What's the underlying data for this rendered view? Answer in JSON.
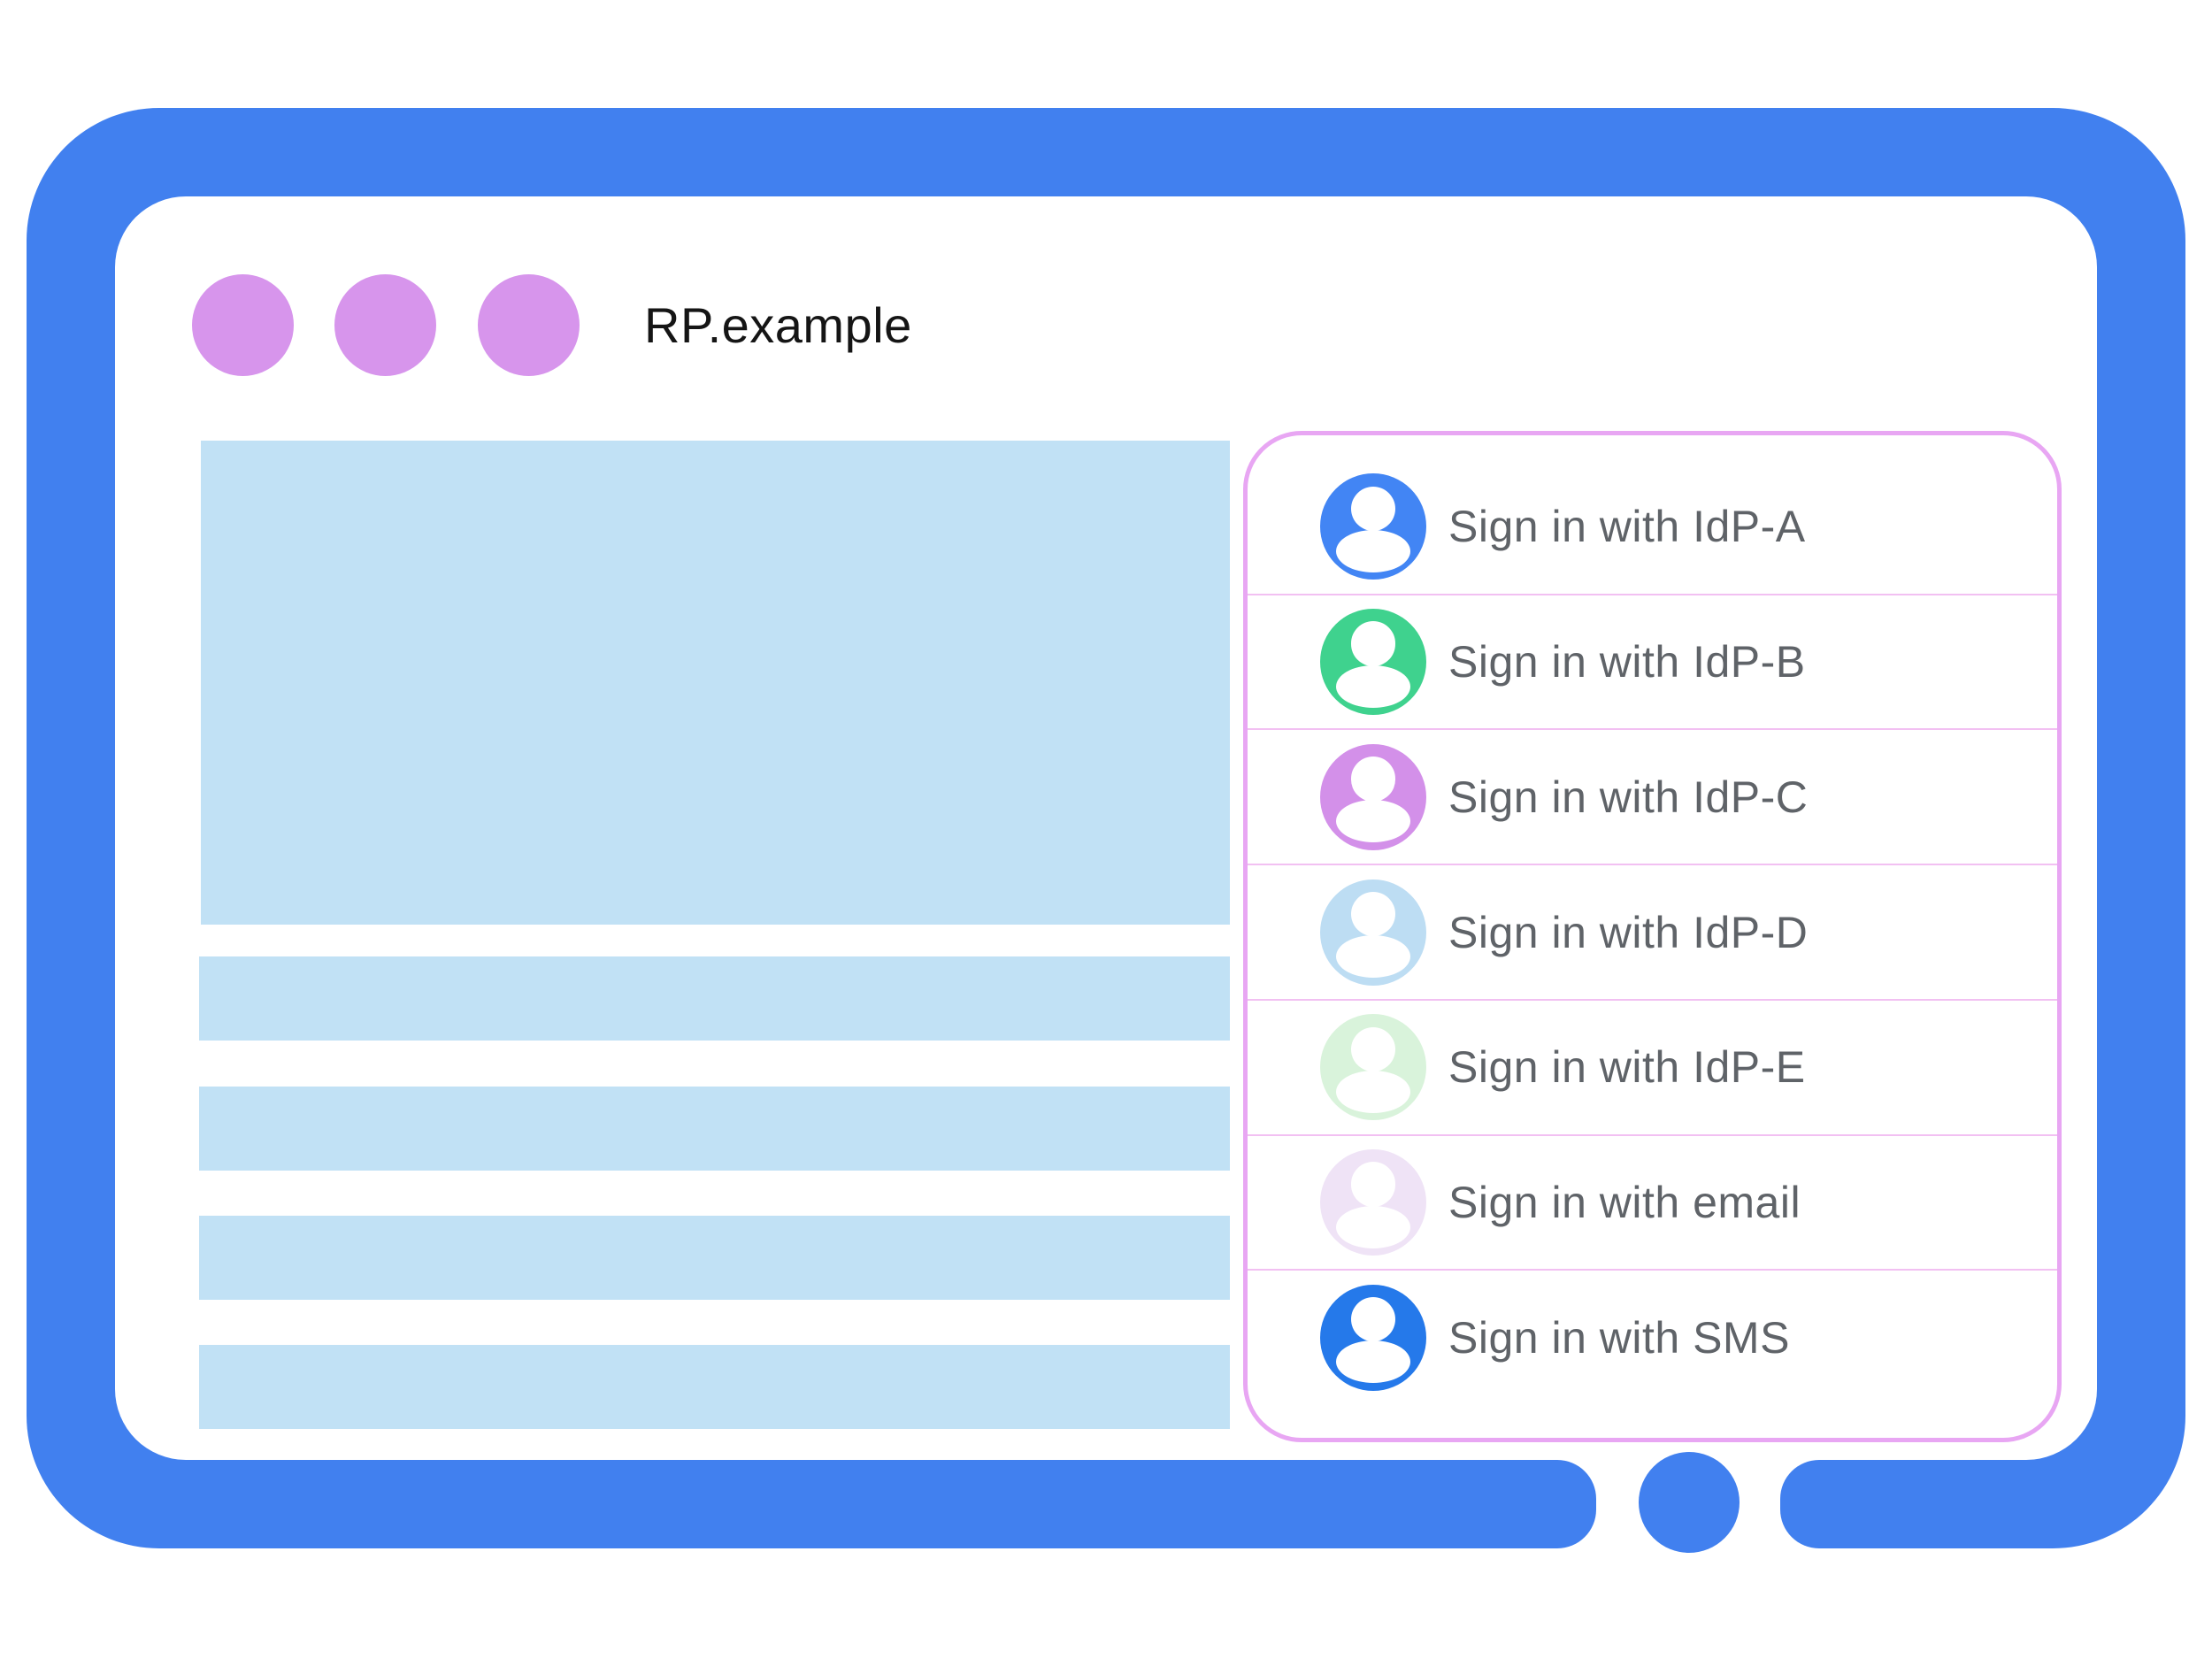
{
  "browser": {
    "title": "RP.example",
    "dots_color": "#D795EC"
  },
  "device_frame": {
    "color": "#4180EF"
  },
  "content_placeholder": {
    "color": "#C1E1F5"
  },
  "signin_panel": {
    "border_color": "#E8A6F3",
    "divider_color": "#F2C0F2",
    "label_color": "#5F6368",
    "options": [
      {
        "label": "Sign in with IdP-A",
        "avatar_color": "#4285F4"
      },
      {
        "label": "Sign in with IdP-B",
        "avatar_color": "#3FD28E"
      },
      {
        "label": "Sign in with IdP-C",
        "avatar_color": "#D390E9"
      },
      {
        "label": "Sign in with IdP-D",
        "avatar_color": "#BDDDF3"
      },
      {
        "label": "Sign in with IdP-E",
        "avatar_color": "#D9F3DB"
      },
      {
        "label": "Sign in with email",
        "avatar_color": "#EFE3F6"
      },
      {
        "label": "Sign in with SMS",
        "avatar_color": "#2579EA"
      }
    ]
  },
  "home_button": {
    "color": "#4180EF"
  }
}
